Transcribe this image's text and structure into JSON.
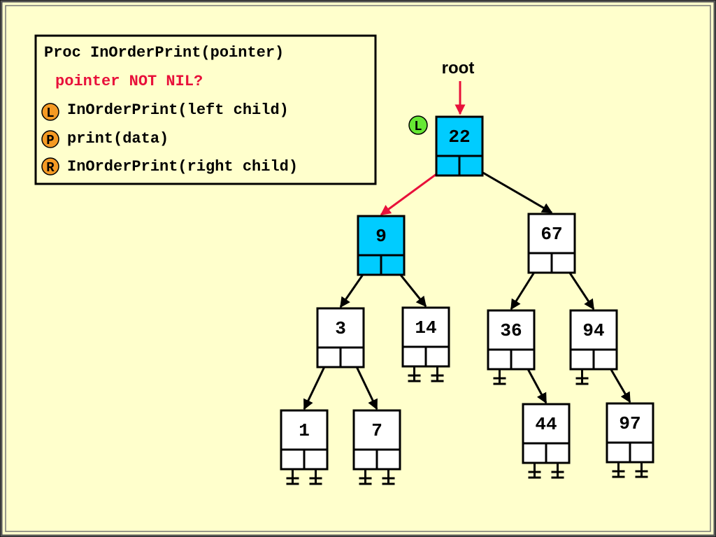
{
  "code": {
    "line1": "Proc InOrderPrint(pointer)",
    "line2": "pointer NOT NIL?",
    "line3": "InOrderPrint(left child)",
    "line4": "print(data)",
    "line5": "InOrderPrint(right child)",
    "badge_left": "L",
    "badge_print": "P",
    "badge_right": "R"
  },
  "root_label": "root",
  "current_step_badge": "L",
  "colors": {
    "background": "#FFFFCC",
    "highlight_node": "#00CCFF",
    "highlight_pointer": "#E8103A",
    "condition_text": "#E8103A",
    "badge_orange": "#F59A23",
    "badge_green": "#66E833"
  },
  "tree": {
    "nodes": [
      {
        "id": "n22",
        "value": "22",
        "highlighted": true
      },
      {
        "id": "n9",
        "value": "9",
        "highlighted": true
      },
      {
        "id": "n67",
        "value": "67",
        "highlighted": false
      },
      {
        "id": "n3",
        "value": "3",
        "highlighted": false
      },
      {
        "id": "n14",
        "value": "14",
        "highlighted": false
      },
      {
        "id": "n36",
        "value": "36",
        "highlighted": false
      },
      {
        "id": "n94",
        "value": "94",
        "highlighted": false
      },
      {
        "id": "n1",
        "value": "1",
        "highlighted": false
      },
      {
        "id": "n7",
        "value": "7",
        "highlighted": false
      },
      {
        "id": "n44",
        "value": "44",
        "highlighted": false
      },
      {
        "id": "n97",
        "value": "97",
        "highlighted": false
      }
    ],
    "edges": [
      {
        "from": "n22",
        "to": "n9",
        "side": "left",
        "highlighted": true
      },
      {
        "from": "n22",
        "to": "n67",
        "side": "right",
        "highlighted": false
      },
      {
        "from": "n9",
        "to": "n3",
        "side": "left",
        "highlighted": false
      },
      {
        "from": "n9",
        "to": "n14",
        "side": "right",
        "highlighted": false
      },
      {
        "from": "n67",
        "to": "n36",
        "side": "left",
        "highlighted": false
      },
      {
        "from": "n67",
        "to": "n94",
        "side": "right",
        "highlighted": false
      },
      {
        "from": "n3",
        "to": "n1",
        "side": "left",
        "highlighted": false
      },
      {
        "from": "n3",
        "to": "n7",
        "side": "right",
        "highlighted": false
      },
      {
        "from": "n36",
        "to": "n44",
        "side": "right",
        "highlighted": false
      },
      {
        "from": "n94",
        "to": "n97",
        "side": "right",
        "highlighted": false
      }
    ],
    "nil_pointers": [
      {
        "node": "n14",
        "side": "left"
      },
      {
        "node": "n14",
        "side": "right"
      },
      {
        "node": "n36",
        "side": "left"
      },
      {
        "node": "n94",
        "side": "left"
      },
      {
        "node": "n1",
        "side": "left"
      },
      {
        "node": "n1",
        "side": "right"
      },
      {
        "node": "n7",
        "side": "left"
      },
      {
        "node": "n7",
        "side": "right"
      },
      {
        "node": "n44",
        "side": "left"
      },
      {
        "node": "n44",
        "side": "right"
      },
      {
        "node": "n97",
        "side": "left"
      },
      {
        "node": "n97",
        "side": "right"
      }
    ]
  }
}
